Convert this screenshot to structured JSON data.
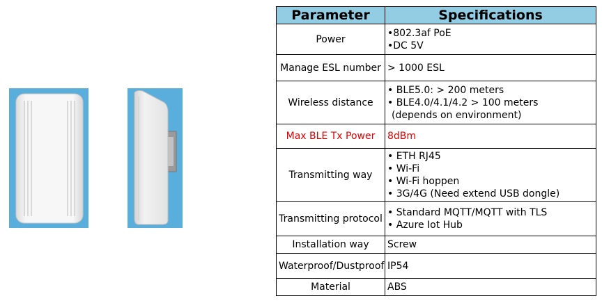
{
  "table": {
    "headers": {
      "parameter": "Parameter",
      "specifications": "Specifications"
    },
    "rows": [
      {
        "parameter": "Power",
        "specs": [
          "•802.3af PoE",
          "•DC 5V"
        ]
      },
      {
        "parameter": "Manage ESL number",
        "specs": [
          "> 1000 ESL"
        ]
      },
      {
        "parameter": "Wireless distance",
        "specs": [
          "•  BLE5.0: > 200 meters",
          "•  BLE4.0/4.1/4.2 > 100 meters",
          "(depends on environment)"
        ]
      },
      {
        "parameter": "Max BLE Tx Power",
        "specs": [
          "8dBm"
        ],
        "highlight": "#e00000"
      },
      {
        "parameter": "Transmitting way",
        "specs": [
          "• ETH RJ45",
          "• Wi-Fi",
          "• Wi-Fi hoppen",
          "• 3G/4G (Need extend USB dongle)"
        ]
      },
      {
        "parameter": "Transmitting protocol",
        "specs": [
          "• Standard MQTT/MQTT with TLS",
          "• Azure Iot Hub"
        ]
      },
      {
        "parameter": "Installation way",
        "specs": [
          "Screw"
        ]
      },
      {
        "parameter": "Waterproof/Dustproof",
        "specs": [
          "IP54"
        ]
      },
      {
        "parameter": "Material",
        "specs": [
          "ABS"
        ]
      }
    ]
  },
  "colors": {
    "header_bg": "#92cde3",
    "photo_bg": "#5aaedc",
    "highlight_text": "#e00000"
  },
  "images": {
    "front": "device-front-view",
    "side": "device-side-view"
  }
}
